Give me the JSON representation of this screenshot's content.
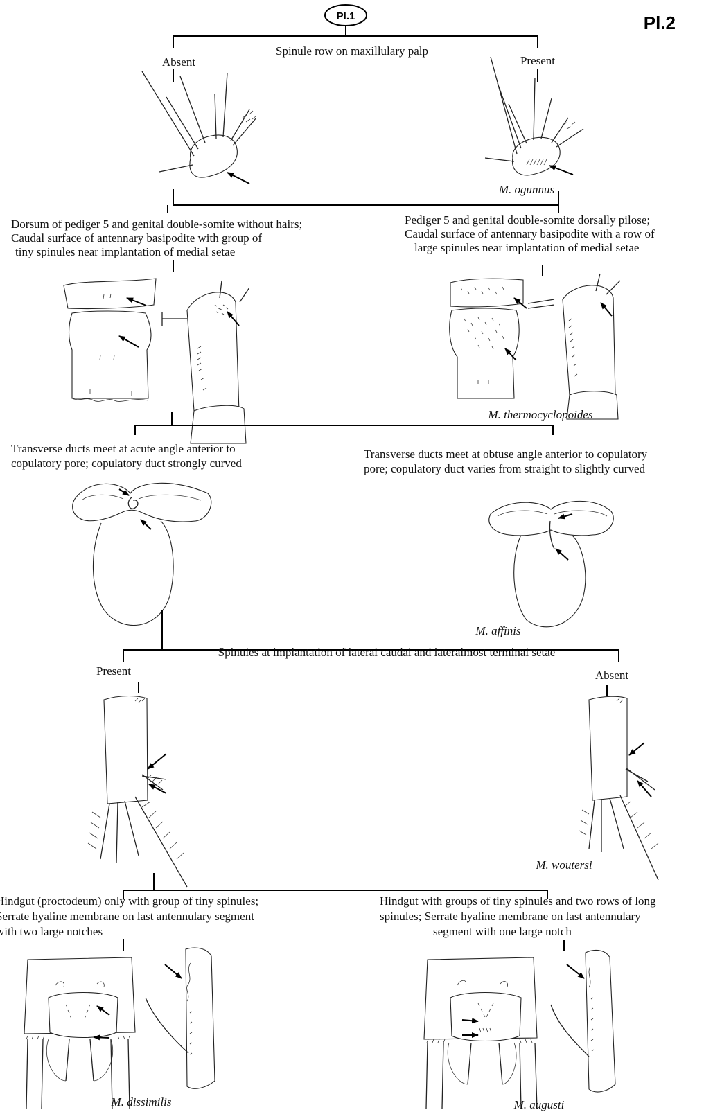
{
  "plate": {
    "ref_label": "Pl.1",
    "title": "Pl.2"
  },
  "nodes": [
    {
      "character_lines": [
        "Spinule row on maxillulary palp"
      ],
      "left_state_lines": [
        "Absent"
      ],
      "right_state_lines": [
        "Present"
      ],
      "right_taxon": "M. ogunnus"
    },
    {
      "character_lines": [],
      "left_state_lines": [
        "Dorsum of pediger 5 and genital double-somite without hairs;",
        "Caudal surface of antennary basipodite with group of",
        "tiny spinules near implantation of medial setae"
      ],
      "right_state_lines": [
        "Pediger 5 and genital double-somite dorsally pilose;",
        "Caudal surface of antennary basipodite with a row of",
        "large spinules near implantation of medial setae"
      ],
      "right_taxon": "M. thermocyclopoides"
    },
    {
      "character_lines": [],
      "left_state_lines": [
        "Transverse ducts meet at acute angle anterior to",
        "copulatory pore;  copulatory duct strongly curved"
      ],
      "right_state_lines": [
        "Transverse ducts meet at obtuse angle anterior to copulatory",
        "pore;  copulatory duct varies from straight to slightly curved"
      ],
      "right_taxon": "M. affinis"
    },
    {
      "character_lines": [
        "Spinules at implantation of lateral caudal and lateralmost terminal setae"
      ],
      "left_state_lines": [
        "Present"
      ],
      "right_state_lines": [
        "Absent"
      ],
      "right_taxon": "M. woutersi"
    },
    {
      "character_lines": [],
      "left_state_lines": [
        "Hindgut (proctodeum) only with group of tiny spinules;",
        "Serrate hyaline membrane on last antennulary segment",
        "with two large notches"
      ],
      "right_state_lines": [
        "Hindgut  with groups of tiny spinules and two rows of long",
        "spinules;  Serrate hyaline membrane on last antennulary",
        "segment  with  one large notch"
      ],
      "left_taxon": "M. dissimilis",
      "right_taxon": "M. augusti"
    }
  ]
}
